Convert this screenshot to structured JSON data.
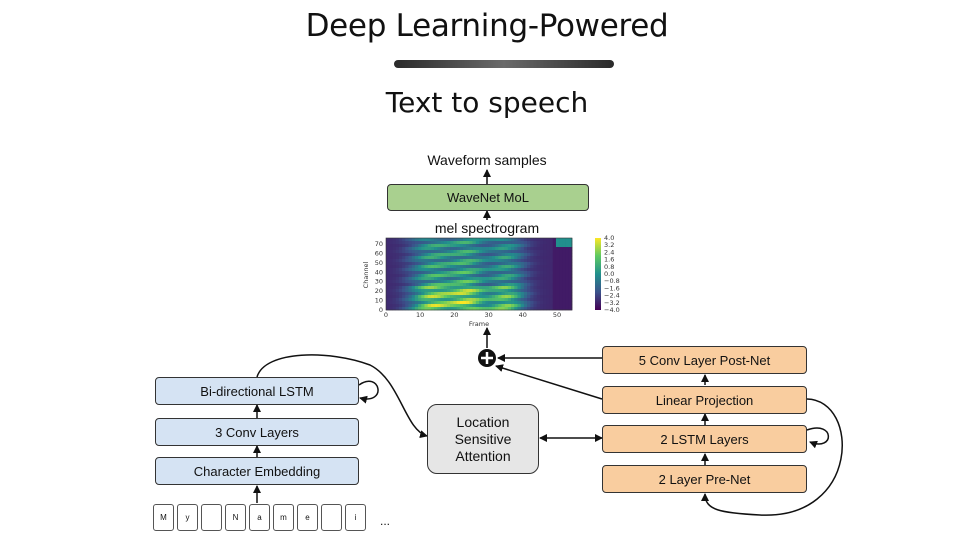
{
  "slide": {
    "title": "Deep Learning-Powered",
    "subtitle": "Text to speech"
  },
  "diagram": {
    "waveform_label": "Waveform samples",
    "wavenet_label": "WaveNet MoL",
    "mel_label": "mel spectrogram",
    "encoder": {
      "lstm": "Bi-directional LSTM",
      "conv": "3 Conv Layers",
      "embedding": "Character Embedding"
    },
    "attention": {
      "line1": "Location",
      "line2": "Sensitive",
      "line3": "Attention"
    },
    "decoder": {
      "postnet": "5 Conv Layer Post-Net",
      "projection": "Linear Projection",
      "lstm": "2 LSTM Layers",
      "prenet": "2 Layer Pre-Net"
    },
    "characters": [
      "M",
      "y",
      "",
      "N",
      "a",
      "m",
      "e",
      "",
      "i"
    ],
    "ellipsis": "..."
  },
  "spectrogram": {
    "ylabel": "Channel",
    "xlabel": "Frame",
    "yticks": [
      "70",
      "60",
      "50",
      "40",
      "30",
      "20",
      "10",
      "0"
    ],
    "xticks": [
      "0",
      "10",
      "20",
      "30",
      "40",
      "50"
    ],
    "colorbar_ticks": [
      "4.0",
      "3.2",
      "2.4",
      "1.6",
      "0.8",
      "0.0",
      "−0.8",
      "−1.6",
      "−2.4",
      "−3.2",
      "−4.0"
    ],
    "colormap": [
      "#440154",
      "#3b528b",
      "#21908d",
      "#5dc962",
      "#fde725"
    ]
  }
}
